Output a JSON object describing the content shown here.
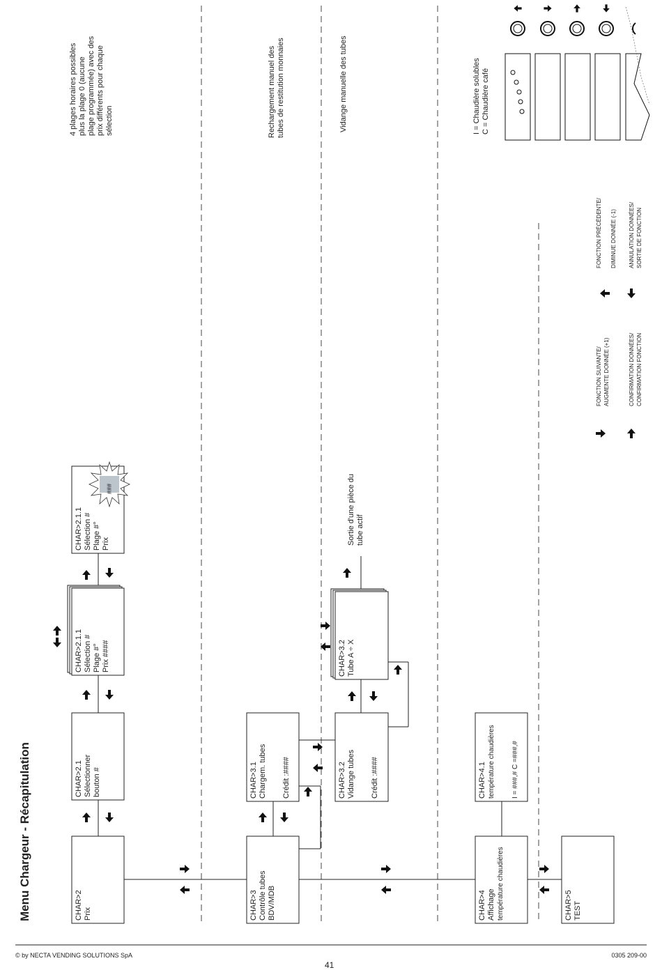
{
  "title": "Menu Chargeur - Récapitulation",
  "footer": {
    "copyright": "© by NECTA VENDING SOLUTIONS SpA",
    "code": "0305 209-00",
    "page": "41"
  },
  "boxes": {
    "char2": [
      "CHAR>2",
      "Prix"
    ],
    "char21": [
      "CHAR>2.1",
      "Sélectionner",
      "bouton   #"
    ],
    "char211a": [
      "CHAR>2.1.1",
      "Sélection   #",
      "Plage #°",
      "Prix   ####"
    ],
    "char211b": [
      "CHAR>2.1.1",
      "Sélection   #",
      "Plage #°",
      "Prix"
    ],
    "blink": "###",
    "char3": [
      "CHAR>3",
      "Contrôle tubes",
      "BDV/MDB"
    ],
    "char31": [
      "CHAR>3.1",
      "Chargem. tubes",
      "Crédit :####"
    ],
    "char32a": [
      "CHAR>3.2",
      "Vidange tubes",
      "Crédit :####"
    ],
    "char32b": [
      "CHAR>3.2",
      "Tube A ÷ X"
    ],
    "char4": [
      "CHAR>4",
      "Affichage",
      "température chaudières"
    ],
    "char41": [
      "CHAR>4.1",
      "température chaudières",
      "I = ###,#     C =###,#"
    ],
    "char5": [
      "CHAR>5",
      "TEST"
    ]
  },
  "notes": {
    "plages": [
      "4 plages horaires possibles",
      "plus la plage 0 (aucune",
      "plage programmée) avec des",
      "prix différents pour chaque",
      "sélection"
    ],
    "recharge": [
      "Rechargement manuel des",
      "tubes de restitution monnaies"
    ],
    "vidange": "Vidange manuelle des tubes",
    "sortie": [
      "Sortie d'une pièce du",
      "tube actif"
    ],
    "chaudiere": [
      "I  = Chaudière solubles",
      "C = Chaudière café"
    ]
  },
  "legend": {
    "next": [
      "FONCTION SUIVANTE/",
      "AUGMENTE DONNÉE (+1)"
    ],
    "prev": [
      "FONCTION PRÉCÉDENTE/",
      "DIMINUE DONNÉE (-1)"
    ],
    "confirm": [
      "CONFIRMATION DONNÉES/",
      "CONFIRMATION FONCTION"
    ],
    "cancel": [
      "ANNULATION DONNÉES/",
      "SORTIE DE FONCTION"
    ]
  },
  "icons": {
    "next": "arrow-right-icon",
    "prev": "arrow-left-icon",
    "confirm": "arrow-up-icon",
    "cancel": "arrow-down-icon",
    "keypad": "keypad-buttons-icon",
    "display": "lcd-display-icon",
    "blink": "blinking-burst-icon"
  }
}
